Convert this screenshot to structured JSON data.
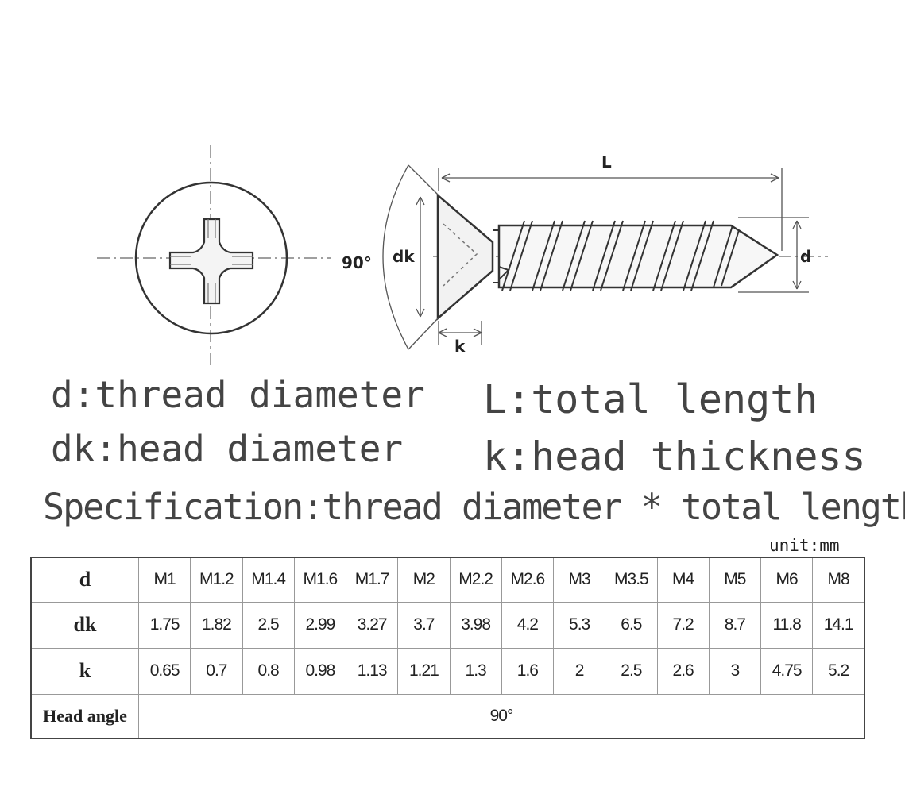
{
  "diagram": {
    "labels": {
      "L": "L",
      "d": "d",
      "dk": "dk",
      "k": "k",
      "angle": "90°"
    }
  },
  "legend": {
    "d": "d:thread diameter",
    "dk": "dk:head diameter",
    "L": "L:total length",
    "k": "k:head thickness"
  },
  "specification": "Specification:thread diameter * total length",
  "unit": "unit:mm",
  "table": {
    "rows": [
      {
        "label": "d",
        "values": [
          "M1",
          "M1.2",
          "M1.4",
          "M1.6",
          "M1.7",
          "M2",
          "M2.2",
          "M2.6",
          "M3",
          "M3.5",
          "M4",
          "M5",
          "M6",
          "M8"
        ]
      },
      {
        "label": "dk",
        "values": [
          "1.75",
          "1.82",
          "2.5",
          "2.99",
          "3.27",
          "3.7",
          "3.98",
          "4.2",
          "5.3",
          "6.5",
          "7.2",
          "8.7",
          "11.8",
          "14.1"
        ]
      },
      {
        "label": "k",
        "values": [
          "0.65",
          "0.7",
          "0.8",
          "0.98",
          "1.13",
          "1.21",
          "1.3",
          "1.6",
          "2",
          "2.5",
          "2.6",
          "3",
          "4.75",
          "5.2"
        ]
      }
    ],
    "head_angle": {
      "label": "Head angle",
      "value": "90°"
    }
  }
}
